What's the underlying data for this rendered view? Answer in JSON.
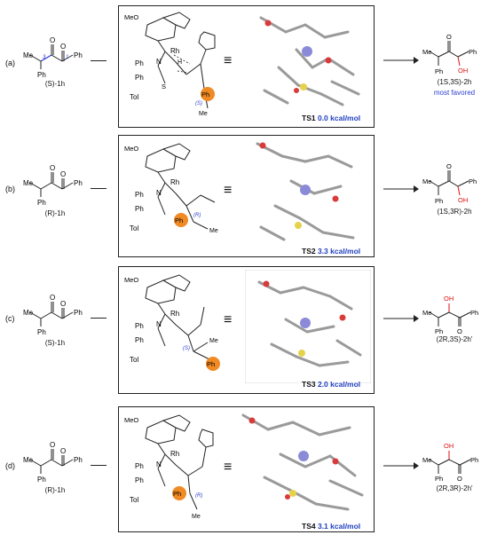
{
  "rows": [
    {
      "label": "(a)",
      "substrate": "(S)-1h",
      "ts_name": "TS1",
      "ts_energy": "0.0 kcal/mol",
      "product": "(1S,3S)-2h",
      "note": "most favored",
      "stereo_tags": [
        "3",
        "1",
        "2",
        "(S)"
      ]
    },
    {
      "label": "(b)",
      "substrate": "(R)-1h",
      "ts_name": "TS2",
      "ts_energy": "3.3 kcal/mol",
      "product": "(1S,3R)-2h",
      "stereo_tags": [
        "(R)"
      ]
    },
    {
      "label": "(c)",
      "substrate": "(S)-1h",
      "ts_name": "TS3",
      "ts_energy": "2.0 kcal/mol",
      "product": "(2R,3S)-2h'",
      "stereo_tags": [
        "(S)"
      ]
    },
    {
      "label": "(d)",
      "substrate": "(R)-1h",
      "ts_name": "TS4",
      "ts_energy": "3.1 kcal/mol",
      "product": "(2R,3R)-2h'",
      "stereo_tags": [
        "(R)"
      ]
    }
  ],
  "common": {
    "ome": "MeO",
    "rh": "Rh",
    "n": "N",
    "h": "H",
    "ph": "Ph",
    "tol": "Tol",
    "s": "S",
    "o": "O",
    "me": "Me",
    "oh": "OH",
    "equiv": "≡"
  },
  "colors": {
    "blue_text": "#2c3fd0",
    "orange_ph": "#f08a24",
    "red_oh": "#d11",
    "rh_atom": "#8a8ad8",
    "s_atom": "#e6d24a",
    "o_atom": "#d93a3a"
  }
}
